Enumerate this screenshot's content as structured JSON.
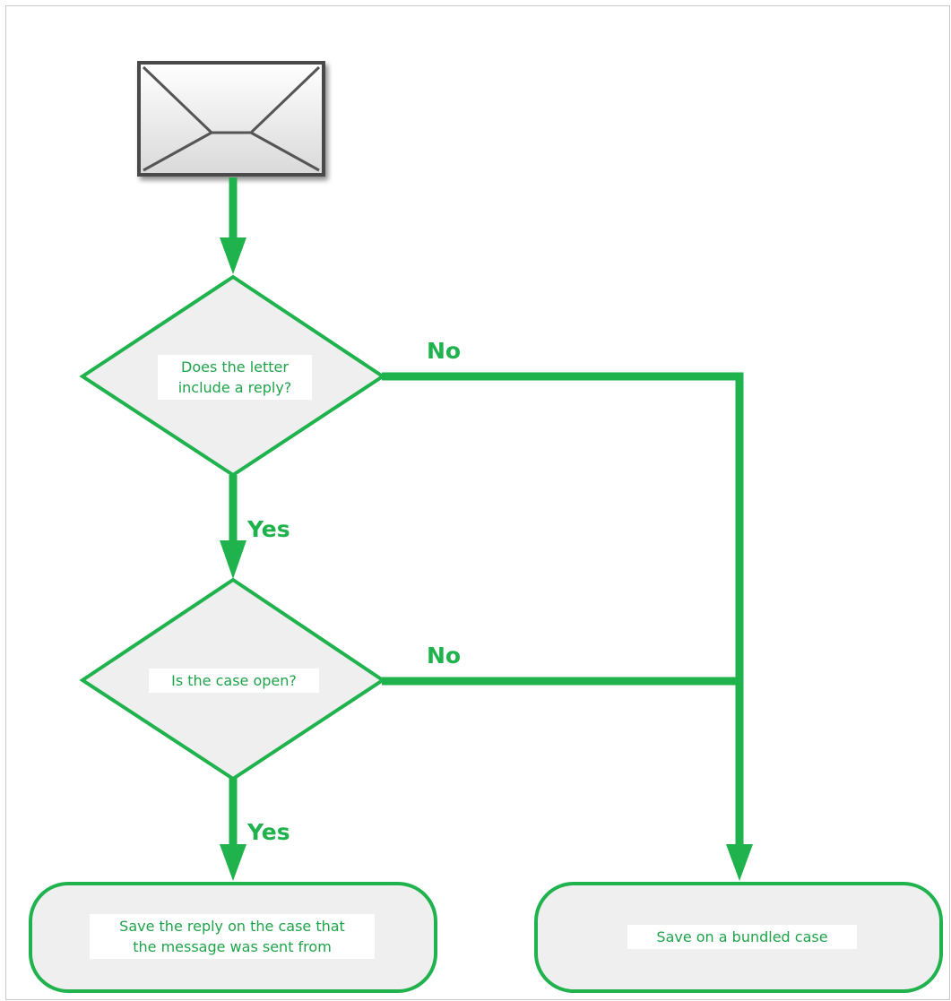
{
  "colors": {
    "connector": "#1fb24d",
    "node_fill": "#efefef",
    "node_border": "#1fb24d",
    "text": "#1fa34a"
  },
  "start": {
    "icon": "envelope-icon"
  },
  "decisions": [
    {
      "text": "Does the letter\ninclude a reply?"
    },
    {
      "text": "Is the case open?"
    }
  ],
  "outcomes": [
    {
      "text": "Save the reply on the case that\nthe message was sent from"
    },
    {
      "text": "Save on a bundled case"
    }
  ],
  "edges": {
    "yes_1": "Yes",
    "no_1": "No",
    "yes_2": "Yes",
    "no_2": "No"
  }
}
